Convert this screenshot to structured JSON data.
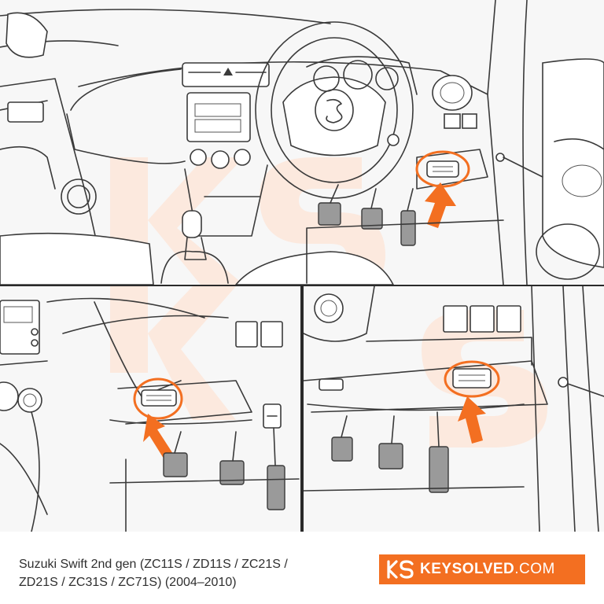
{
  "caption": {
    "line1": "Suzuki Swift 2nd gen (ZC11S / ZD11S / ZC21S /",
    "line2": "ZD21S / ZC31S / ZC71S) (2004–2010)"
  },
  "logo": {
    "brand": "KEYSOLVED",
    "tld": ".COM",
    "mark": "KS",
    "color": "#f36f21"
  },
  "panels": [
    {
      "name": "dashboard-overview",
      "highlight": "obd-port-location"
    },
    {
      "name": "obd-closeup-left",
      "highlight": "obd-port-location"
    },
    {
      "name": "obd-closeup-right",
      "highlight": "obd-port-location"
    }
  ],
  "colors": {
    "accent": "#f36f21",
    "line": "#3a3a3a",
    "background": "#ffffff"
  }
}
